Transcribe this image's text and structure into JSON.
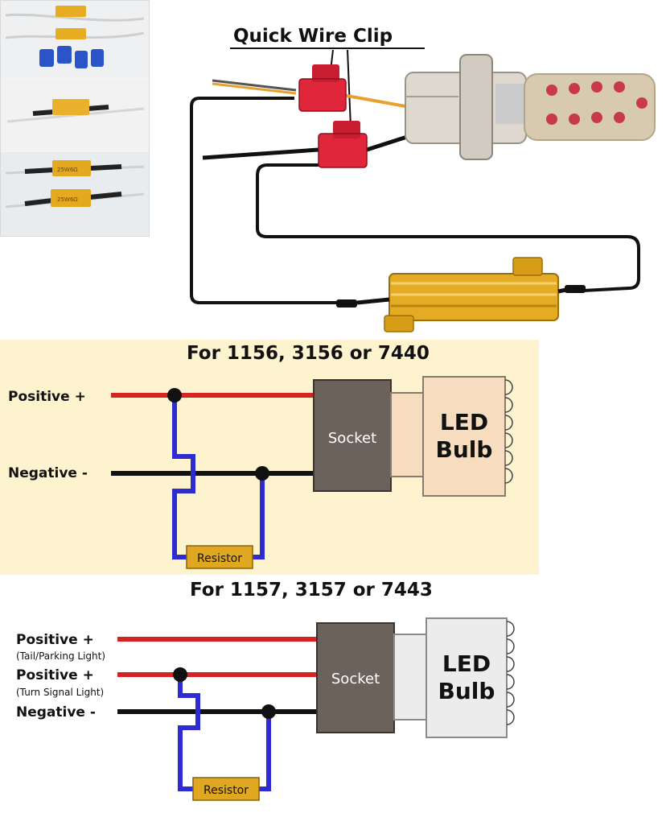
{
  "photo_section": {
    "clip_label": "Quick Wire Clip",
    "resistor_print": "25W6Ω"
  },
  "diagram1": {
    "title": "For 1156, 3156 or 7440",
    "positive_label": "Positive +",
    "negative_label": "Negative -",
    "socket_label": "Socket",
    "bulb_line1": "LED",
    "bulb_line2": "Bulb",
    "resistor_label": "Resistor"
  },
  "diagram2": {
    "title": "For 1157, 3157 or 7443",
    "positive1_label": "Positive +",
    "positive1_note": "(Tail/Parking Light)",
    "positive2_label": "Positive +",
    "positive2_note": "(Turn Signal Light)",
    "negative_label": "Negative -",
    "socket_label": "Socket",
    "bulb_line1": "LED",
    "bulb_line2": "Bulb",
    "resistor_label": "Resistor"
  },
  "colors": {
    "positive_wire": "#d42424",
    "negative_wire": "#111111",
    "resistor_wire": "#2c2cd0",
    "resistor_gold": "#e0a820",
    "socket_fill": "#6b625c",
    "bulb_fill_top": "#f6ddc0",
    "bulb_fill_bottom": "#ececec",
    "top_background": "#fdf3cf",
    "clip_red": "#e0263a"
  }
}
